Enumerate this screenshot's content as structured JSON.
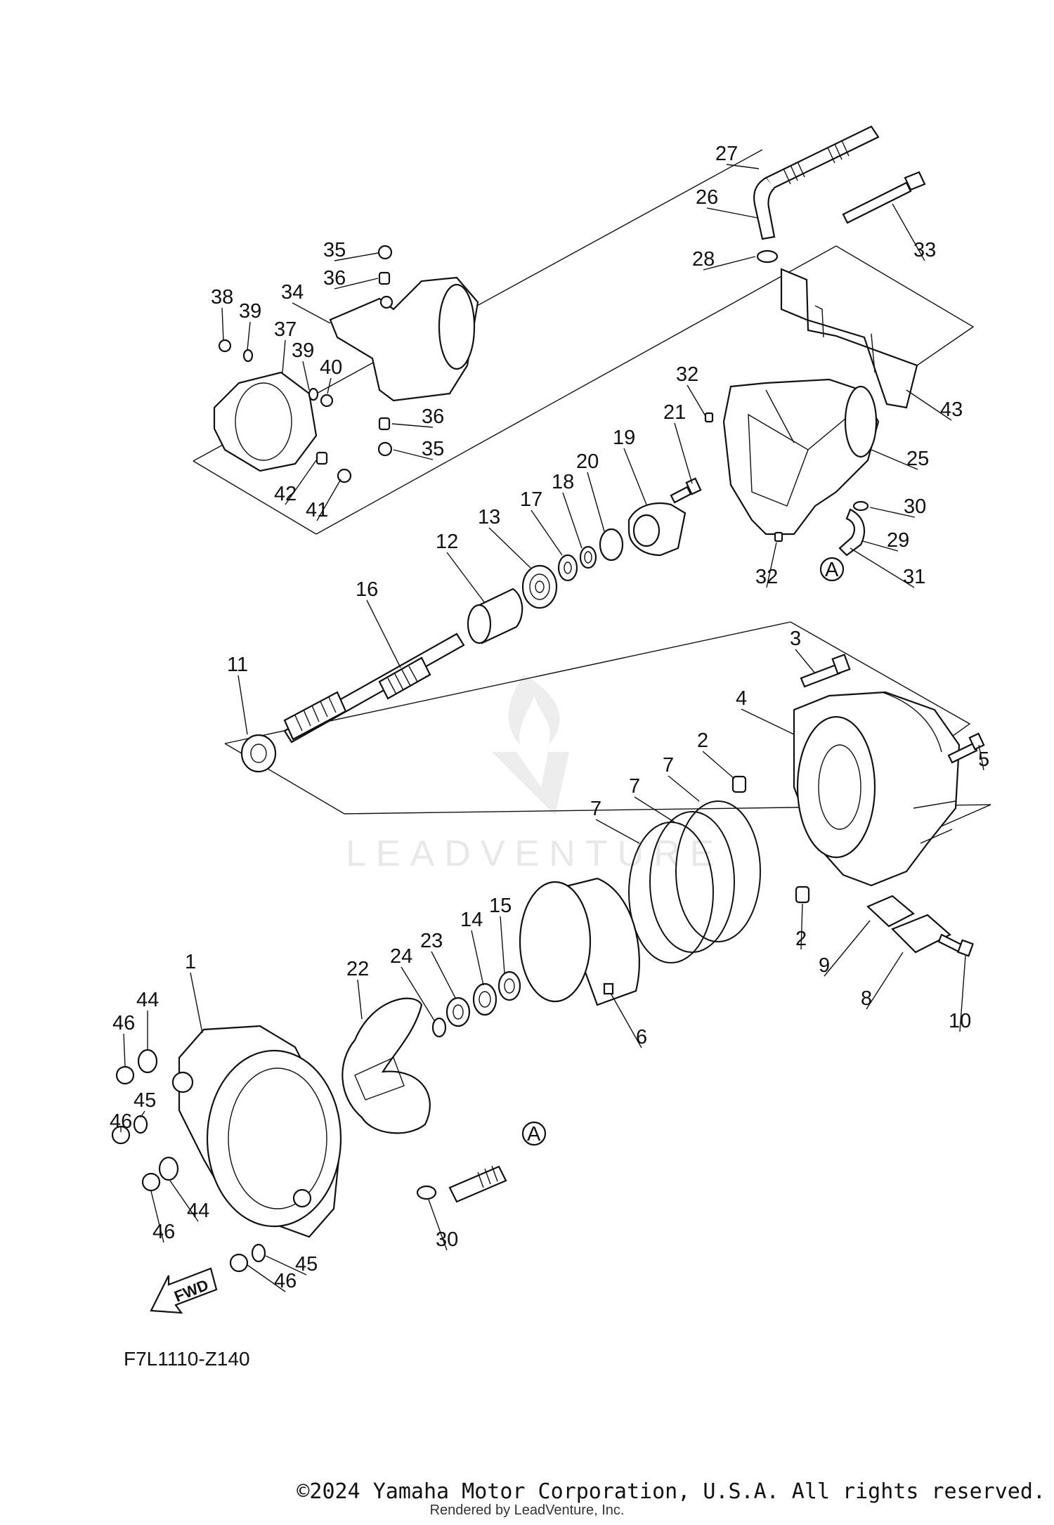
{
  "diagram": {
    "code": "F7L1110-Z140",
    "fwd_label": "FWD",
    "watermark": "LEADVENTURE",
    "ref_marker": "A",
    "callouts": [
      {
        "id": "c27",
        "label": "27"
      },
      {
        "id": "c26",
        "label": "26"
      },
      {
        "id": "c33",
        "label": "33"
      },
      {
        "id": "c28",
        "label": "28"
      },
      {
        "id": "c35a",
        "label": "35"
      },
      {
        "id": "c36a",
        "label": "36"
      },
      {
        "id": "c34",
        "label": "34"
      },
      {
        "id": "c38",
        "label": "38"
      },
      {
        "id": "c39a",
        "label": "39"
      },
      {
        "id": "c37",
        "label": "37"
      },
      {
        "id": "c39b",
        "label": "39"
      },
      {
        "id": "c40",
        "label": "40"
      },
      {
        "id": "c36b",
        "label": "36"
      },
      {
        "id": "c35b",
        "label": "35"
      },
      {
        "id": "c42",
        "label": "42"
      },
      {
        "id": "c41",
        "label": "41"
      },
      {
        "id": "c43",
        "label": "43"
      },
      {
        "id": "c32a",
        "label": "32"
      },
      {
        "id": "c21",
        "label": "21"
      },
      {
        "id": "c25",
        "label": "25"
      },
      {
        "id": "c19",
        "label": "19"
      },
      {
        "id": "c20",
        "label": "20"
      },
      {
        "id": "c18",
        "label": "18"
      },
      {
        "id": "c17",
        "label": "17"
      },
      {
        "id": "c13",
        "label": "13"
      },
      {
        "id": "c12",
        "label": "12"
      },
      {
        "id": "c30a",
        "label": "30"
      },
      {
        "id": "c29",
        "label": "29"
      },
      {
        "id": "c31",
        "label": "31"
      },
      {
        "id": "c32b",
        "label": "32"
      },
      {
        "id": "c16",
        "label": "16"
      },
      {
        "id": "c11",
        "label": "11"
      },
      {
        "id": "c3",
        "label": "3"
      },
      {
        "id": "c4",
        "label": "4"
      },
      {
        "id": "c5",
        "label": "5"
      },
      {
        "id": "c2a",
        "label": "2"
      },
      {
        "id": "c7a",
        "label": "7"
      },
      {
        "id": "c7b",
        "label": "7"
      },
      {
        "id": "c7c",
        "label": "7"
      },
      {
        "id": "c2b",
        "label": "2"
      },
      {
        "id": "c9",
        "label": "9"
      },
      {
        "id": "c8",
        "label": "8"
      },
      {
        "id": "c10",
        "label": "10"
      },
      {
        "id": "c15",
        "label": "15"
      },
      {
        "id": "c14",
        "label": "14"
      },
      {
        "id": "c23",
        "label": "23"
      },
      {
        "id": "c24",
        "label": "24"
      },
      {
        "id": "c22",
        "label": "22"
      },
      {
        "id": "c6",
        "label": "6"
      },
      {
        "id": "c1",
        "label": "1"
      },
      {
        "id": "c44a",
        "label": "44"
      },
      {
        "id": "c46a",
        "label": "46"
      },
      {
        "id": "c45a",
        "label": "45"
      },
      {
        "id": "c46b",
        "label": "46"
      },
      {
        "id": "c44b",
        "label": "44"
      },
      {
        "id": "c46c",
        "label": "46"
      },
      {
        "id": "c30b",
        "label": "30"
      },
      {
        "id": "c45b",
        "label": "45"
      },
      {
        "id": "c46d",
        "label": "46"
      }
    ]
  },
  "footer": {
    "copyright": "©2024 Yamaha Motor Corporation, U.S.A. All rights reserved.",
    "rendered_by": "Rendered by LeadVenture, Inc."
  }
}
